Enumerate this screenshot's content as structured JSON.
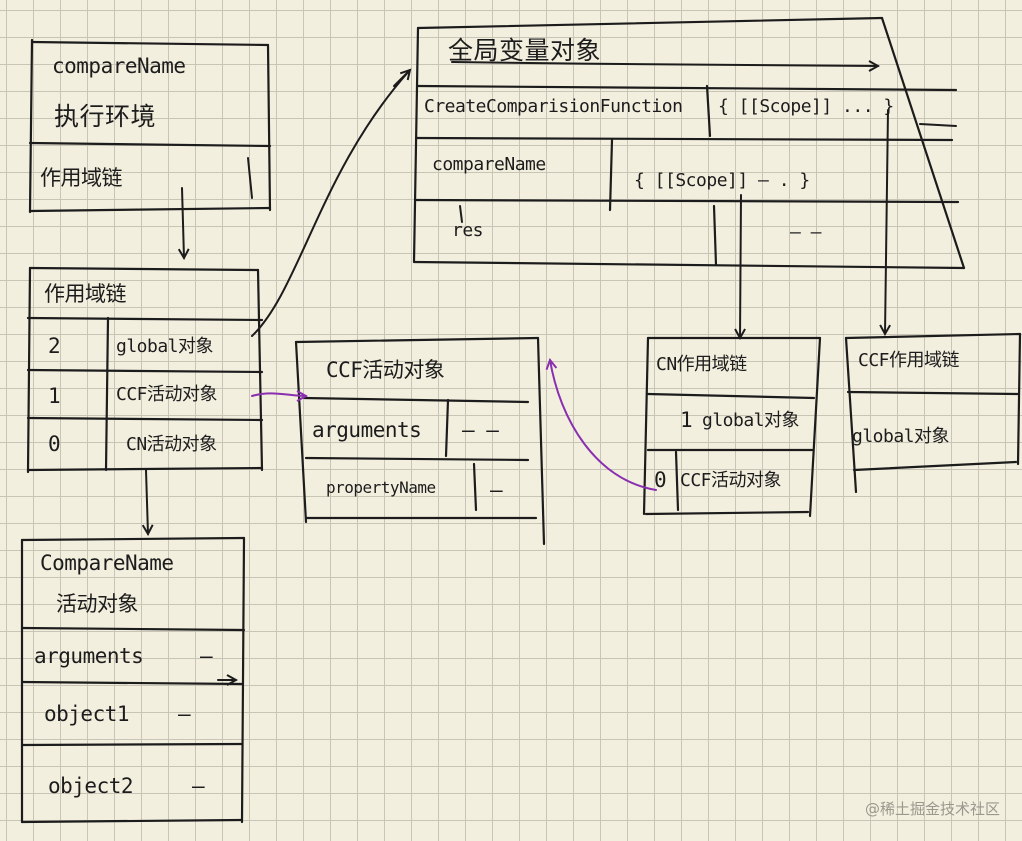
{
  "execution_context": {
    "title_name": "compareName",
    "title_label": "执行环境",
    "row_scope_chain": "作用域链"
  },
  "scope_chain": {
    "title": "作用域链",
    "rows": [
      {
        "index": "2",
        "value": "global对象"
      },
      {
        "index": "1",
        "value": "CCF活动对象"
      },
      {
        "index": "0",
        "value": "CN活动对象"
      }
    ]
  },
  "compare_activation": {
    "title_name": "CompareName",
    "title_label": "活动对象",
    "rows": [
      {
        "name": "arguments",
        "value": "—"
      },
      {
        "name": "object1",
        "value": "—"
      },
      {
        "name": "object2",
        "value": "—"
      }
    ]
  },
  "global_variable_object": {
    "title": "全局变量对象",
    "rows": [
      {
        "name": "CreateComparisionFunction",
        "value": "{ [[Scope]] ... }"
      },
      {
        "name": "compareName",
        "value": "{ [[Scope]] — . }"
      },
      {
        "name": "res",
        "value": "— —"
      }
    ]
  },
  "ccf_activation": {
    "title": "CCF活动对象",
    "rows": [
      {
        "name": "arguments",
        "value": "— —"
      },
      {
        "name": "propertyName",
        "value": "—"
      }
    ]
  },
  "cn_scope_chain": {
    "title": "CN作用域链",
    "rows": [
      {
        "index": "1",
        "value": "global对象"
      },
      {
        "index": "0",
        "value": "CCF活动对象"
      }
    ]
  },
  "ccf_scope_chain": {
    "title": "CCF作用域链",
    "rows": [
      {
        "value": "global对象"
      }
    ]
  },
  "colors": {
    "ink": "#1c1c1c",
    "purple": "#8a2fb0",
    "paper": "#f3efdf",
    "grid": "#c9c5b6"
  },
  "watermark": "@稀土掘金技术社区"
}
